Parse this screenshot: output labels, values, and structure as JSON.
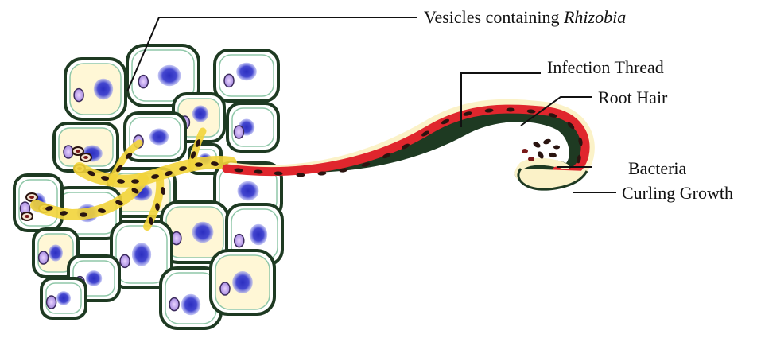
{
  "figure": {
    "labels": {
      "vesicles_prefix": "Vesicles containing ",
      "vesicles_italic": "Rhizobia",
      "infection_thread": "Infection Thread",
      "root_hair": "Root Hair",
      "bacteria": "Bacteria",
      "curling_growth": "Curling Growth"
    },
    "colors": {
      "cell_wall": "#1e3a22",
      "cell_fill": "#ffffff",
      "nucleus": "#3d3fc4",
      "thread_red": "#e0262d",
      "thread_yellow": "#f2d43a",
      "rhizobia": "#2a1410",
      "root_hair_fill": "#fbf2c8"
    }
  }
}
